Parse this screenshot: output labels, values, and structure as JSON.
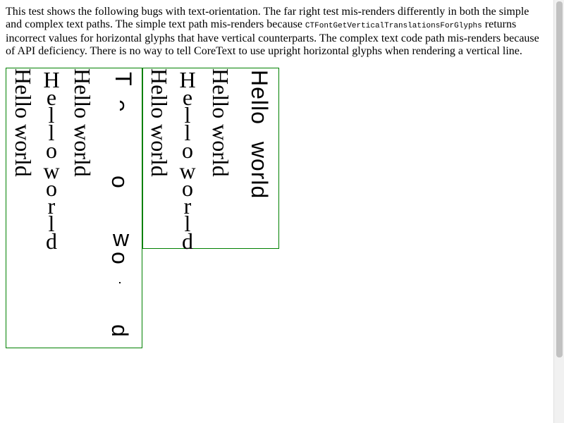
{
  "description": {
    "part1": "This test shows the following bugs with text-orientation. The far right test mis-renders differently in both the simple and complex text paths. The simple text path mis-renders because ",
    "code": "CTFontGetVerticalTranslationsForGlyphs",
    "part2": " returns incorrect values for horizontal glyphs that have vertical counterparts. The complex text code path mis-renders because of API deficiency. There is no way to tell CoreText to use upright horizontal glyphs when rendering a vertical line."
  },
  "box1": {
    "sideways_serif": "Hello world",
    "upright_serif": [
      "H",
      "e",
      "l",
      "l",
      "o",
      "w",
      "o",
      "r",
      "l",
      "d"
    ],
    "sideways_serif_2": "Hello world",
    "broken_fragments": [
      "T",
      "e",
      "o",
      "w",
      "o",
      "d"
    ]
  },
  "box2": {
    "sideways_serif": "Hello world",
    "upright_serif": [
      "H",
      "e",
      "l",
      "l",
      "o",
      "w",
      "o",
      "r",
      "l",
      "d"
    ],
    "sideways_serif_2": "Hello world",
    "sideways_sans": "Hello world"
  },
  "colors": {
    "border": "#008000",
    "text": "#000000"
  }
}
